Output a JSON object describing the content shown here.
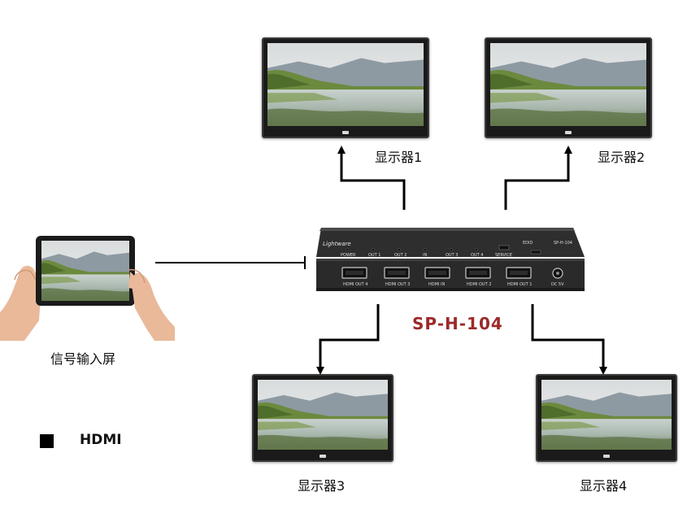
{
  "displays": [
    {
      "id": "display-1",
      "label": "显示器1"
    },
    {
      "id": "display-2",
      "label": "显示器2"
    },
    {
      "id": "display-3",
      "label": "显示器3"
    },
    {
      "id": "display-4",
      "label": "显示器4"
    }
  ],
  "source": {
    "label": "信号输入屏"
  },
  "device": {
    "model_label": "SP-H-104",
    "brand": "Lightware",
    "top_panel": {
      "leds": [
        "POWER",
        "OUT 1",
        "OUT 2",
        "IN",
        "OUT 3",
        "OUT 4"
      ],
      "service": "SERVICE",
      "edid": "EDID",
      "model": "SP-H-104"
    },
    "front_panel": {
      "ports": [
        "HDMI OUT 4",
        "HDMI OUT 3",
        "HDMI IN",
        "HDMI OUT 2",
        "HDMI OUT 1"
      ],
      "dc": "DC 5V"
    }
  },
  "legend": {
    "label": "HDMI"
  },
  "colors": {
    "cable": "#000000",
    "model_text": "#9b2a2a",
    "device_body": "#2b2b2b"
  }
}
